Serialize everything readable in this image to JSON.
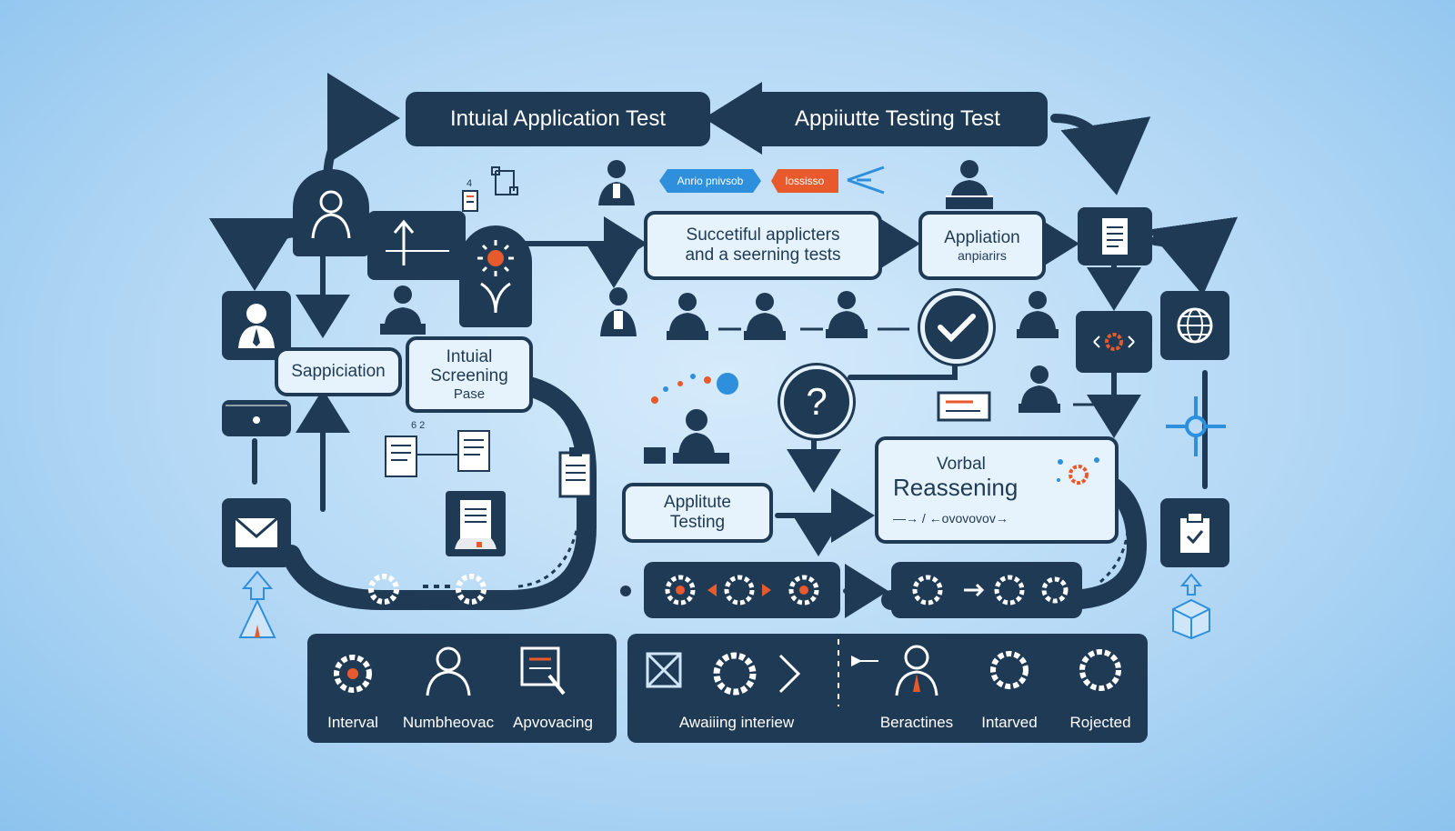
{
  "colors": {
    "navy": "#1f3a54",
    "accent_orange": "#e85a2c",
    "accent_blue": "#2e8fdc",
    "background": "#b4d8f5"
  },
  "top_boxes": {
    "initial_application": "Intuial Application Test",
    "aptitude_testing": "Appiiutte Testing Test"
  },
  "tags": {
    "blue_tag": "Anrio pnivsob",
    "orange_tag": "lossisso"
  },
  "middle_boxes": {
    "successful": [
      "Succetiful applicters",
      "and a seerning tests"
    ],
    "application": [
      "Appliation",
      "anpiarirs"
    ],
    "sappiciation": "Sappiciation",
    "initial_screening": [
      "Intuial",
      "Screening",
      "Pase"
    ],
    "aptitude": [
      "Applitute",
      "Testing"
    ],
    "verbal": [
      "Vorbal",
      "Reassening"
    ],
    "verbal_sub": "—→ / ←ovovovov→",
    "question_mark": "?",
    "small_numbers_a": "4",
    "small_numbers_b": "6 2"
  },
  "bottom_left_labels": [
    "Interval",
    "Numbheovac",
    "Apvovacing"
  ],
  "bottom_right_labels": [
    "Awaiiing interiew",
    "Beractines",
    "Intarved",
    "Rojected"
  ],
  "icons": [
    "person-icon",
    "envelope-icon",
    "globe-icon",
    "check-icon",
    "gear-icon",
    "document-icon",
    "clipboard-icon",
    "question-icon",
    "network-icon"
  ]
}
